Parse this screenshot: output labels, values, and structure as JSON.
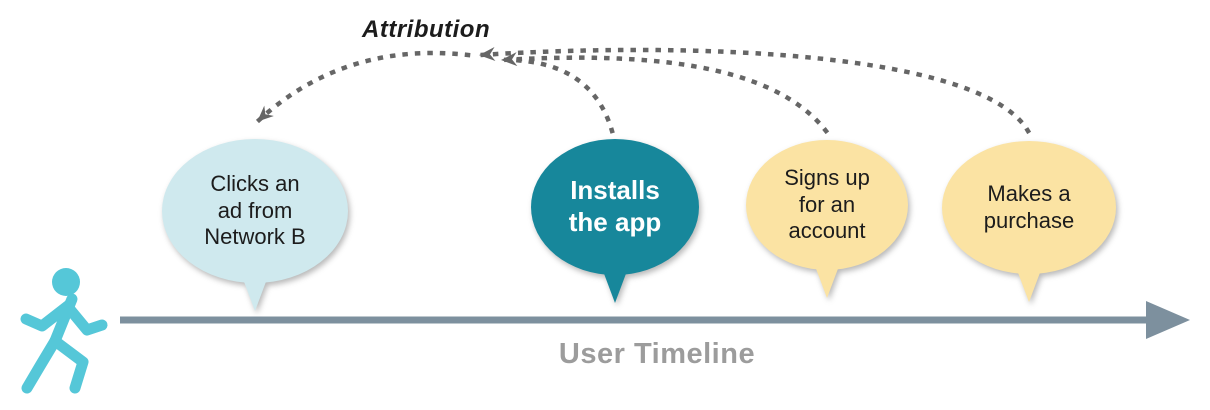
{
  "attribution": {
    "label": "Attribution"
  },
  "timeline": {
    "label": "User Timeline",
    "arrow_color": "#7d909e",
    "label_color": "#9c9c9c"
  },
  "arrows": {
    "style": "dotted",
    "color": "#666666",
    "description": "dotted arcs from install, signup and purchase bubbles converging at attribution point, then to ad-click bubble"
  },
  "person_icon": {
    "name": "walking-person",
    "color": "#55c7d8"
  },
  "bubbles": [
    {
      "text": "Clicks an\nad from\nNetwork B",
      "color": "#cfe9ee",
      "text_color": "#1c1c1c",
      "bold": false
    },
    {
      "text": "Installs\nthe app",
      "color": "#17879b",
      "text_color": "#ffffff",
      "bold": true
    },
    {
      "text": "Signs up\nfor an\naccount",
      "color": "#fbe3a3",
      "text_color": "#1c1c1c",
      "bold": false
    },
    {
      "text": "Makes a\npurchase",
      "color": "#fbe3a3",
      "text_color": "#1c1c1c",
      "bold": false
    }
  ]
}
